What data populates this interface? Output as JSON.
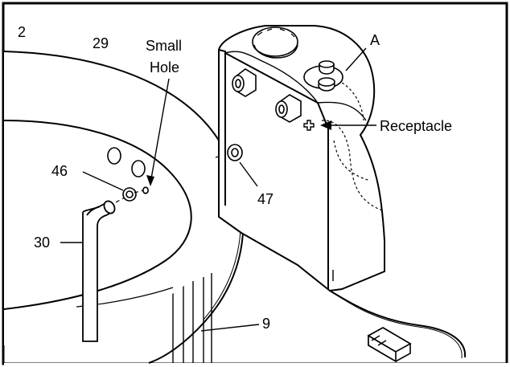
{
  "diagram": {
    "step_number": "2",
    "labels": {
      "part_29": "29",
      "small_hole_line1": "Small",
      "small_hole_line2": "Hole",
      "part_a": "A",
      "receptacle": "Receptacle",
      "part_46": "46",
      "part_47": "47",
      "part_30": "30",
      "part_9": "9"
    }
  }
}
